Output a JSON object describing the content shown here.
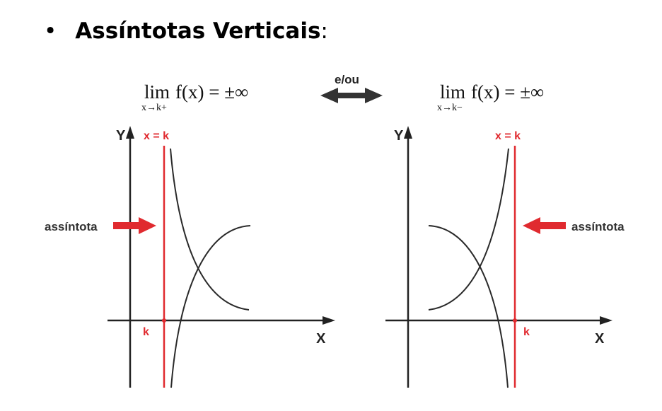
{
  "slide": {
    "bullet": "•",
    "title": "Assíntotas Verticais",
    "title_suffix": ":"
  },
  "formulas": {
    "left": {
      "lim": "lim",
      "sub": "x→k+",
      "expr": "f(x) = ±∞"
    },
    "right": {
      "lim": "lim",
      "sub": "x→k−",
      "expr": "f(x) = ±∞"
    },
    "connector": "e/ou"
  },
  "graph_left": {
    "y_label": "Y",
    "x_label": "X",
    "asymptote_label": "x = k",
    "k_label": "k",
    "pointer_label": "assíntota"
  },
  "graph_right": {
    "y_label": "Y",
    "x_label": "X",
    "asymptote_label": "x = k",
    "k_label": "k",
    "pointer_label": "assíntota"
  },
  "colors": {
    "asymptote": "#e02a2f",
    "axis": "#222222",
    "curve": "#2a2a2a",
    "connector_arrow": "#333333"
  }
}
